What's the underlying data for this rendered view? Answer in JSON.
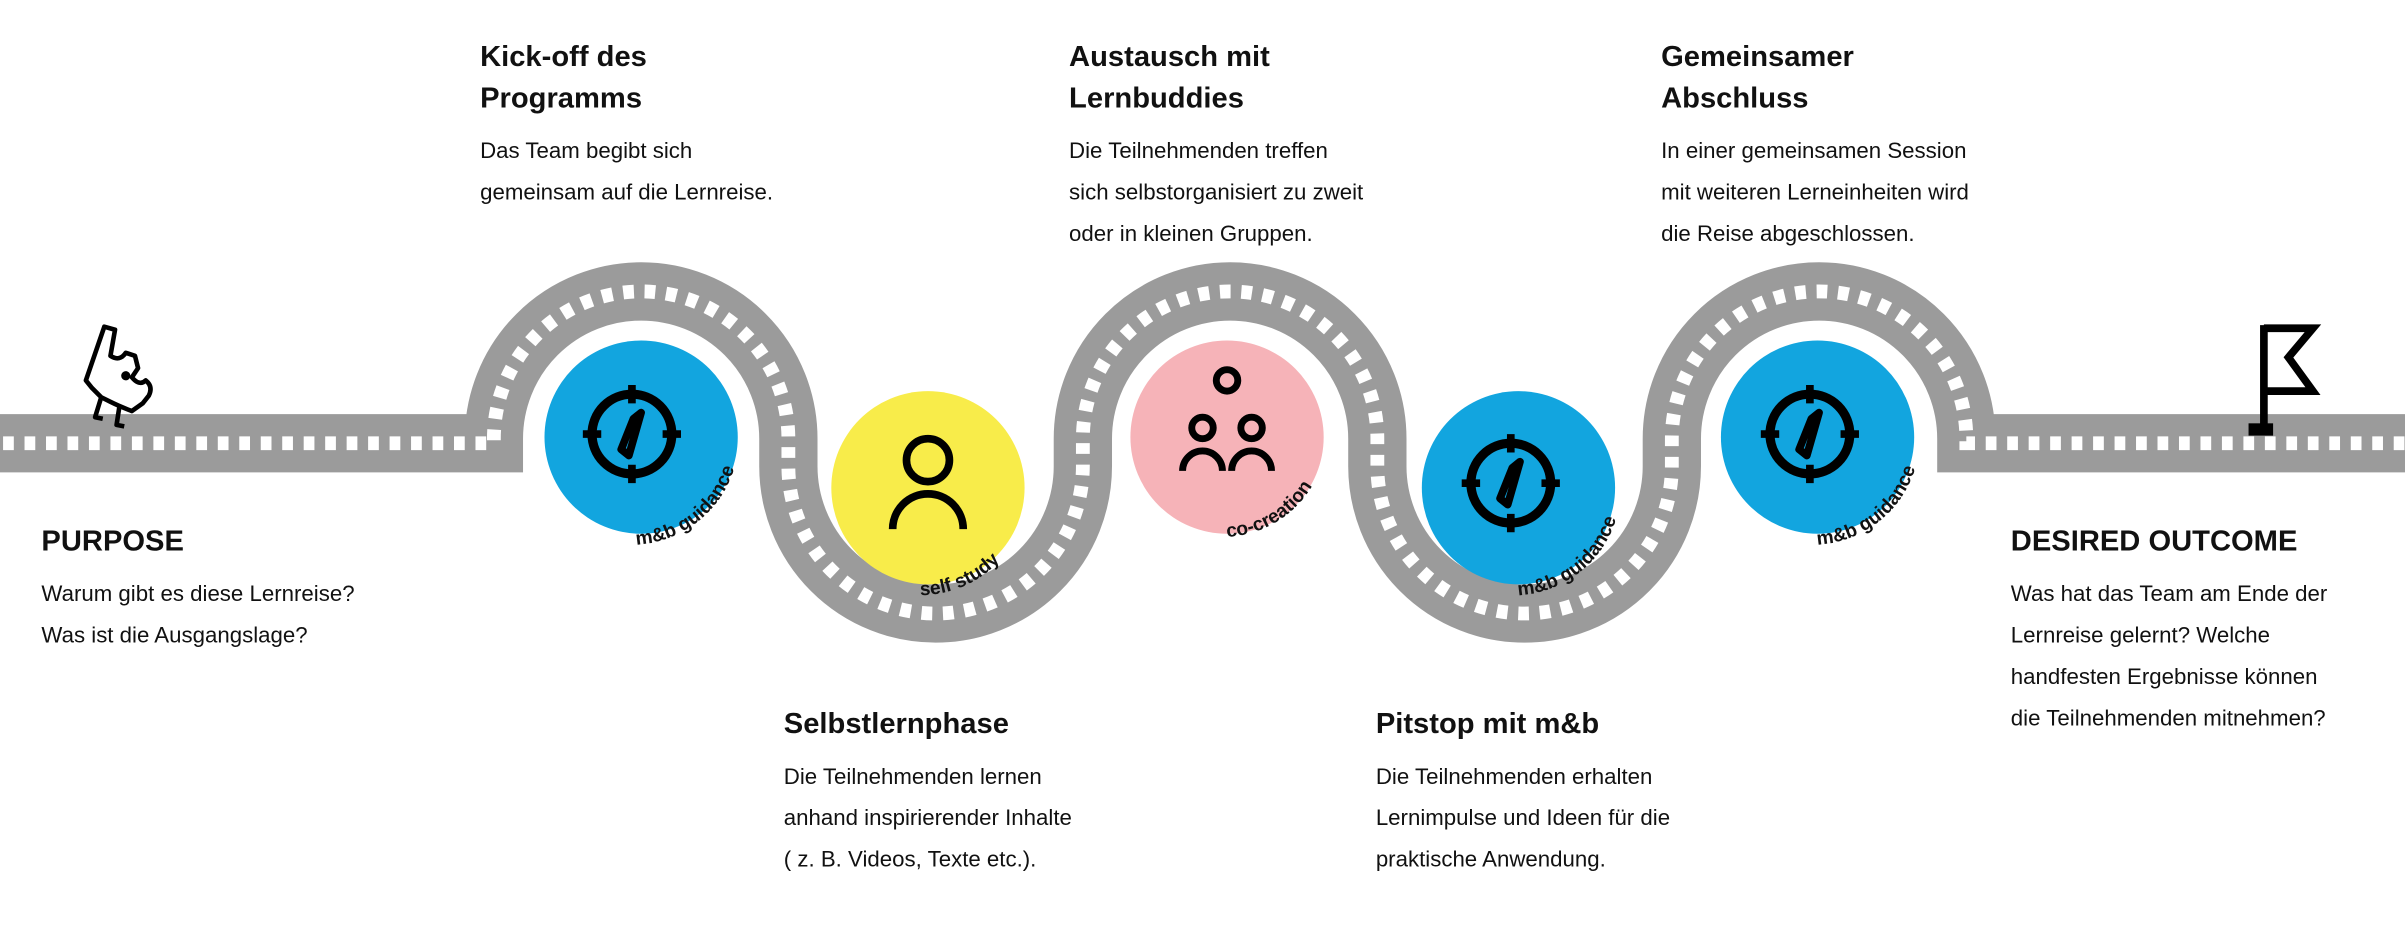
{
  "steps": {
    "kickoff": {
      "title": [
        "Kick-off des",
        "Programms"
      ],
      "body": [
        "Das Team begibt sich",
        "gemeinsam auf die Lernreise."
      ]
    },
    "austausch": {
      "title": [
        "Austausch mit",
        "Lernbuddies"
      ],
      "body": [
        "Die Teilnehmenden treffen",
        "sich selbstorganisiert zu zweit",
        "oder in kleinen Gruppen."
      ]
    },
    "abschluss": {
      "title": [
        "Gemeinsamer",
        "Abschluss"
      ],
      "body": [
        "In einer gemeinsamen Session",
        "mit weiteren Lerneinheiten wird",
        "die Reise abgeschlossen."
      ]
    },
    "purpose": {
      "title": "PURPOSE",
      "body": [
        "Warum gibt es diese Lernreise?",
        "Was ist die Ausgangslage?"
      ]
    },
    "selbstlern": {
      "title": "Selbstlernphase",
      "body": [
        "Die Teilnehmenden lernen",
        "anhand inspirierender Inhalte",
        "( z. B. Videos, Texte etc.)."
      ]
    },
    "pitstop": {
      "title": "Pitstop mit m&b",
      "body": [
        "Die Teilnehmenden erhalten",
        "Lernimpulse und Ideen für die",
        "praktische Anwendung."
      ]
    },
    "outcome": {
      "title": "DESIRED OUTCOME",
      "body": [
        "Was hat das Team am Ende der",
        "Lernreise gelernt? Welche",
        "handfesten Ergebnisse können",
        "die Teilnehmenden mitnehmen?"
      ]
    }
  },
  "badges": {
    "guidance": "m&b guidance",
    "self_study": "self study",
    "co_creation": "co-creation"
  },
  "colors": {
    "road": "#9b9b9b",
    "blue": "#12a5df",
    "yellow": "#f8ec4a",
    "pink": "#f6b3b8"
  }
}
